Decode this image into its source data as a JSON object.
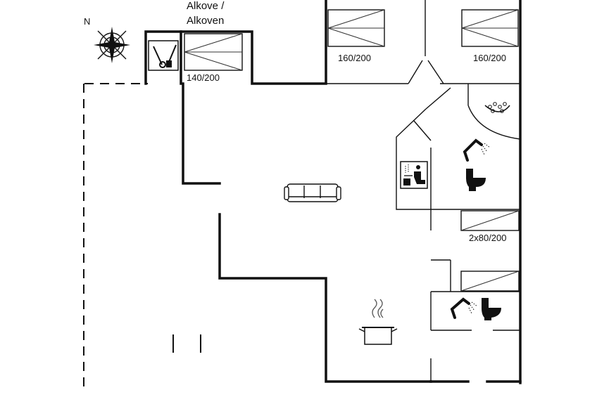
{
  "title": {
    "line1": "Alkove /",
    "line2": "Alkoven"
  },
  "compass": {
    "letter": "N"
  },
  "beds": [
    {
      "size": "140/200"
    },
    {
      "size": "160/200"
    },
    {
      "size": "160/200"
    },
    {
      "size": "2x80/200"
    }
  ],
  "icons": [
    "compass-rose-icon",
    "utility-tools-icon",
    "sofa-icon",
    "whirlpool-icon",
    "shower-icon",
    "toilet-icon",
    "sauna-icon",
    "cooking-pot-icon"
  ],
  "colors": {
    "wall": "#111111",
    "background": "#ffffff"
  }
}
